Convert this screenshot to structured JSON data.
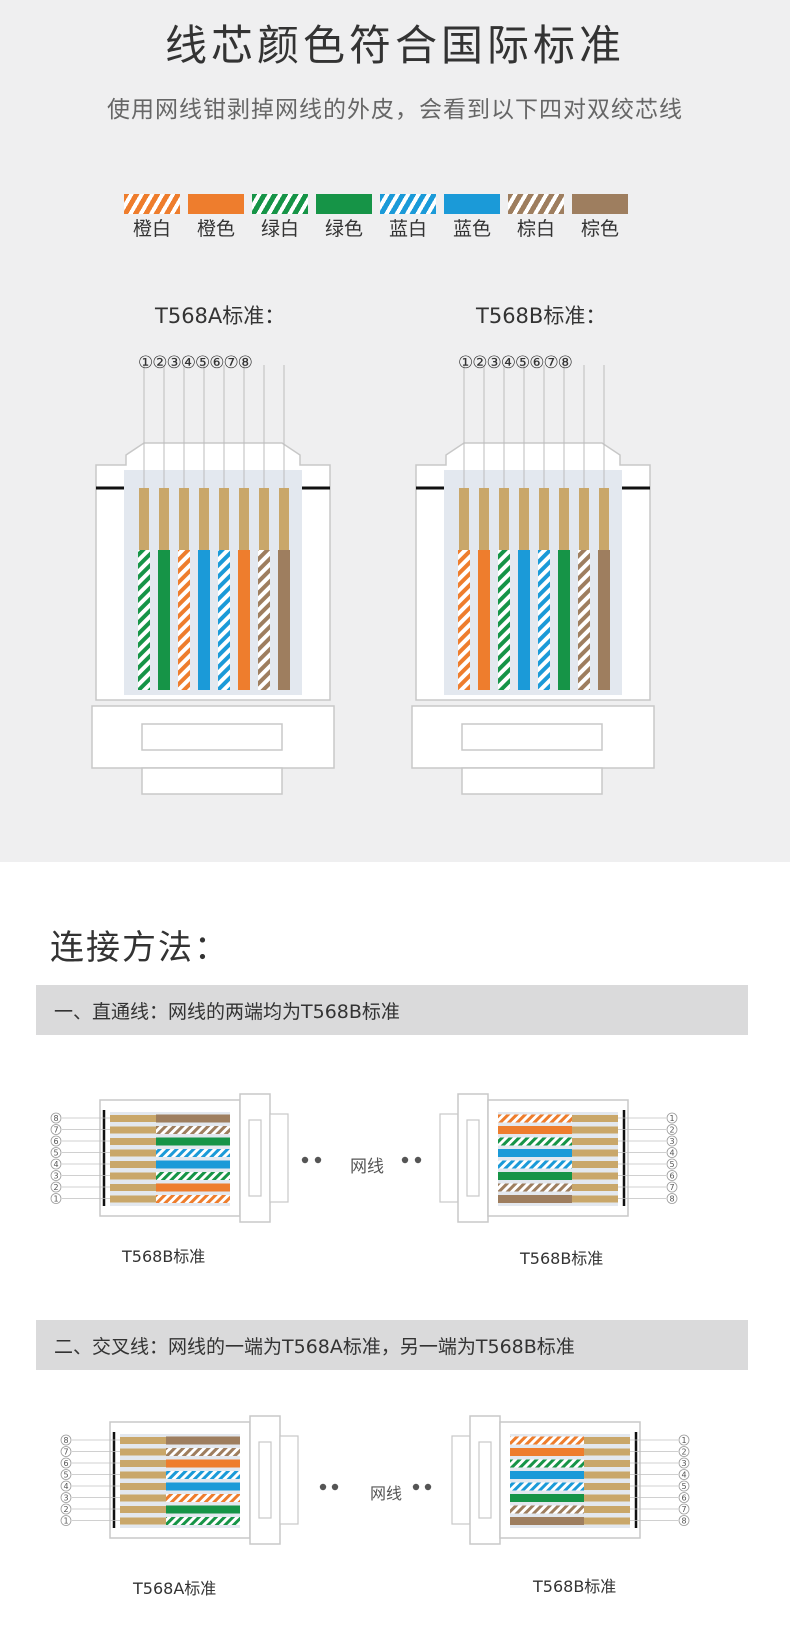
{
  "header": {
    "title": "线芯颜色符合国际标准",
    "subtitle": "使用网线钳剥掉网线的外皮，会看到以下四对双绞芯线"
  },
  "colors": {
    "orange": "#ee7d2d",
    "green": "#169447",
    "blue": "#1b9ad8",
    "brown": "#9e7e5f",
    "gold": "#c9a76a",
    "connector_line": "#cfcfcf",
    "bar_bg": "#dadadb"
  },
  "legend": [
    {
      "label": "橙白",
      "color": "orange",
      "striped": true
    },
    {
      "label": "橙色",
      "color": "orange",
      "striped": false
    },
    {
      "label": "绿白",
      "color": "green",
      "striped": true
    },
    {
      "label": "绿色",
      "color": "green",
      "striped": false
    },
    {
      "label": "蓝白",
      "color": "blue",
      "striped": true
    },
    {
      "label": "蓝色",
      "color": "blue",
      "striped": false
    },
    {
      "label": "棕白",
      "color": "brown",
      "striped": true
    },
    {
      "label": "棕色",
      "color": "brown",
      "striped": false
    }
  ],
  "standards": {
    "a": {
      "title": "T568A标准：",
      "pins": "①②③④⑤⑥⑦⑧",
      "wires": [
        "绿白",
        "绿色",
        "橙白",
        "蓝色",
        "蓝白",
        "橙色",
        "棕白",
        "棕色"
      ]
    },
    "b": {
      "title": "T568B标准：",
      "pins": "①②③④⑤⑥⑦⑧",
      "wires": [
        "橙白",
        "橙色",
        "绿白",
        "蓝色",
        "蓝白",
        "绿色",
        "棕白",
        "棕色"
      ]
    }
  },
  "methods": {
    "heading": "连接方法：",
    "straight": {
      "bar": "一、直通线：网线的两端均为T568B标准",
      "left_caption": "T568B标准",
      "right_caption": "T568B标准",
      "middle_label": "网线",
      "left_pins_top_to_bottom": [
        "8",
        "7",
        "6",
        "5",
        "4",
        "3",
        "2",
        "1"
      ],
      "right_pins_top_to_bottom": [
        "1",
        "2",
        "3",
        "4",
        "5",
        "6",
        "7",
        "8"
      ]
    },
    "crossover": {
      "bar": "二、交叉线：网线的一端为T568A标准，另一端为T568B标准",
      "left_caption": "T568A标准",
      "right_caption": "T568B标准",
      "middle_label": "网线",
      "left_pins_top_to_bottom": [
        "8",
        "7",
        "6",
        "5",
        "4",
        "3",
        "2",
        "1"
      ],
      "right_pins_top_to_bottom": [
        "1",
        "2",
        "3",
        "4",
        "5",
        "6",
        "7",
        "8"
      ]
    }
  }
}
